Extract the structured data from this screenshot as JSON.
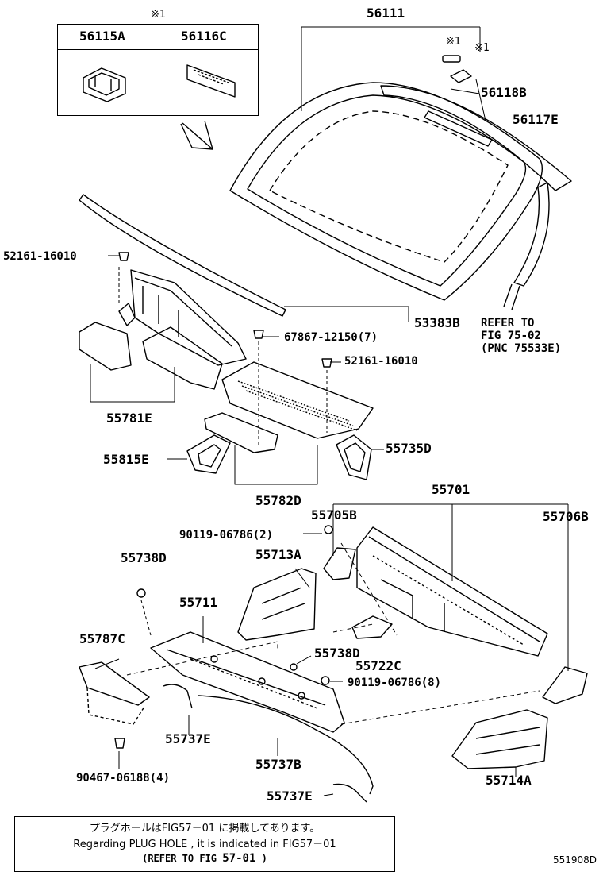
{
  "legend": {
    "marker": "※1",
    "col1_part": "56115A",
    "col2_part": "56116C"
  },
  "parts": {
    "p56111": "56111",
    "p56118B": "56118B",
    "p56117E": "56117E",
    "marker_a": "※1",
    "marker_b": "※1",
    "p52161_a": "52161-16010",
    "p53383B": "53383B",
    "p67867": "67867-12150(7)",
    "p52161_b": "52161-16010",
    "p55781E": "55781E",
    "p55815E": "55815E",
    "p55735D": "55735D",
    "p55782D": "55782D",
    "p55701": "55701",
    "p55705B": "55705B",
    "p55706B": "55706B",
    "p90119_a": "90119-06786(2)",
    "p55738D_a": "55738D",
    "p55713A": "55713A",
    "p55711": "55711",
    "p55787C": "55787C",
    "p55738D_b": "55738D",
    "p55722C": "55722C",
    "p90119_b": "90119-06786(8)",
    "p55737E_a": "55737E",
    "p55737B": "55737B",
    "p55737E_b": "55737E",
    "p90467": "90467-06188(4)",
    "p55714A": "55714A"
  },
  "refer": {
    "line1": "REFER TO",
    "line2": "FIG 75-02",
    "line3": "(PNC 75533E)"
  },
  "notice": {
    "jp": "プラグホールはFIG57－01 に掲載してあります。",
    "en": "Regarding PLUG HOLE , it is indicated in FIG57－01",
    "ref_open": "(REFER TO FIG",
    "ref_num": "57-01",
    "ref_close": ")"
  },
  "figure_code": "551908D"
}
